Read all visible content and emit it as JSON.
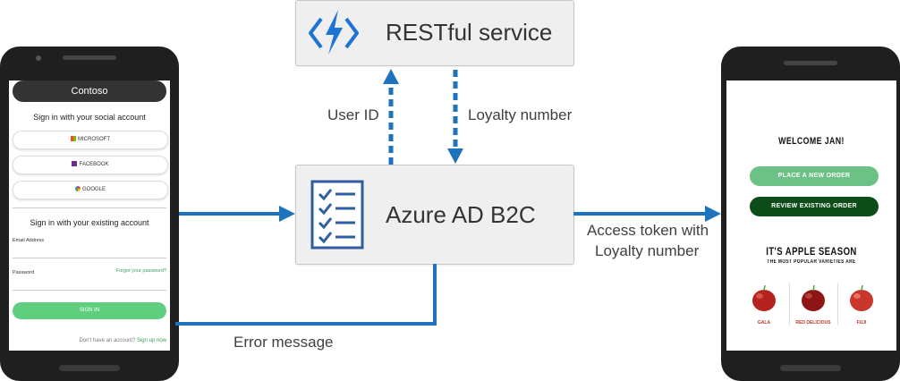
{
  "left_phone": {
    "header": "Contoso",
    "social_heading": "Sign in with your social account",
    "social_buttons": [
      "MICROSOFT",
      "FACEBOOK",
      "GOOGLE"
    ],
    "existing_heading": "Sign in with your existing account",
    "email_label": "Email Address",
    "password_label": "Password",
    "forgot_link": "Forgot your password?",
    "signin_button": "SIGN IN",
    "footer_text": "Don't have an account?",
    "signup_link": "Sign up now"
  },
  "diagram": {
    "restful_service": "RESTful service",
    "azure_ad_b2c": "Azure AD B2C",
    "user_id": "User ID",
    "loyalty_number": "Loyalty number",
    "access_token_line1": "Access token with",
    "access_token_line2": "Loyalty number",
    "error_message": "Error message"
  },
  "right_phone": {
    "welcome": "WELCOME JAN!",
    "place_order": "PLACE A NEW ORDER",
    "review_order": "REVIEW EXISTING ORDER",
    "season_title": "IT'S APPLE SEASON",
    "season_subtitle": "THE MOST POPULAR VARIETIES ARE",
    "apples": [
      "GALA",
      "RED DELICIOUS",
      "FUJI"
    ]
  },
  "colors": {
    "arrow_blue": "#1e73be",
    "azure_blue": "#1e74d6",
    "green_light": "#6cc286",
    "green_dark": "#0d4d1a"
  }
}
